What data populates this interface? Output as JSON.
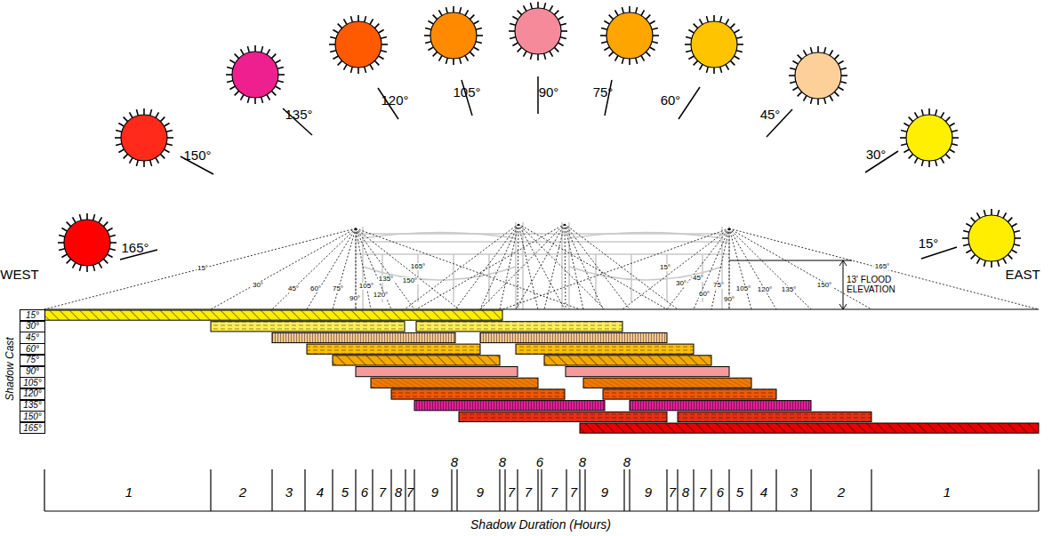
{
  "diagram": {
    "nodes": [
      {
        "text": [
          "15°"
        ]
      },
      {
        "text": [
          "30°"
        ]
      },
      {
        "text": [
          "45°"
        ]
      },
      {
        "text": [
          "60°"
        ]
      },
      {
        "text": [
          "75°"
        ]
      },
      {
        "text": [
          "90°"
        ]
      },
      {
        "text": [
          "105°"
        ]
      },
      {
        "text": [
          "120°"
        ]
      },
      {
        "text": [
          "135°"
        ]
      },
      {
        "text": [
          "150°"
        ]
      },
      {
        "text": [
          "165°"
        ]
      }
    ],
    "labels": [
      "165°",
      "150°",
      "135°",
      "120°",
      "105°",
      "90°",
      "75°",
      "60°",
      "45°",
      "30°",
      "15°",
      "WEST",
      "EAST",
      "15°",
      "30°",
      "45°",
      "60°",
      "75°",
      "90°",
      "105°",
      "135°",
      "165°",
      "120°",
      "150°",
      "15°",
      "45°",
      "30°",
      "60°",
      "75°",
      "90°",
      "105°",
      "120°",
      "135°",
      "150°",
      "165°",
      "13' FLOOD ELEVATION",
      "Shadow Cast",
      "1",
      "2",
      "3",
      "4",
      "5",
      "6",
      "7",
      "8",
      "7",
      "9",
      "9",
      "7",
      "7",
      "7",
      "7",
      "9",
      "9",
      "7",
      "8",
      "7",
      "6",
      "5",
      "4",
      "3",
      "2",
      "1",
      "8",
      "8",
      "6",
      "8",
      "8",
      "Shadow Duration (Hours)"
    ]
  }
}
